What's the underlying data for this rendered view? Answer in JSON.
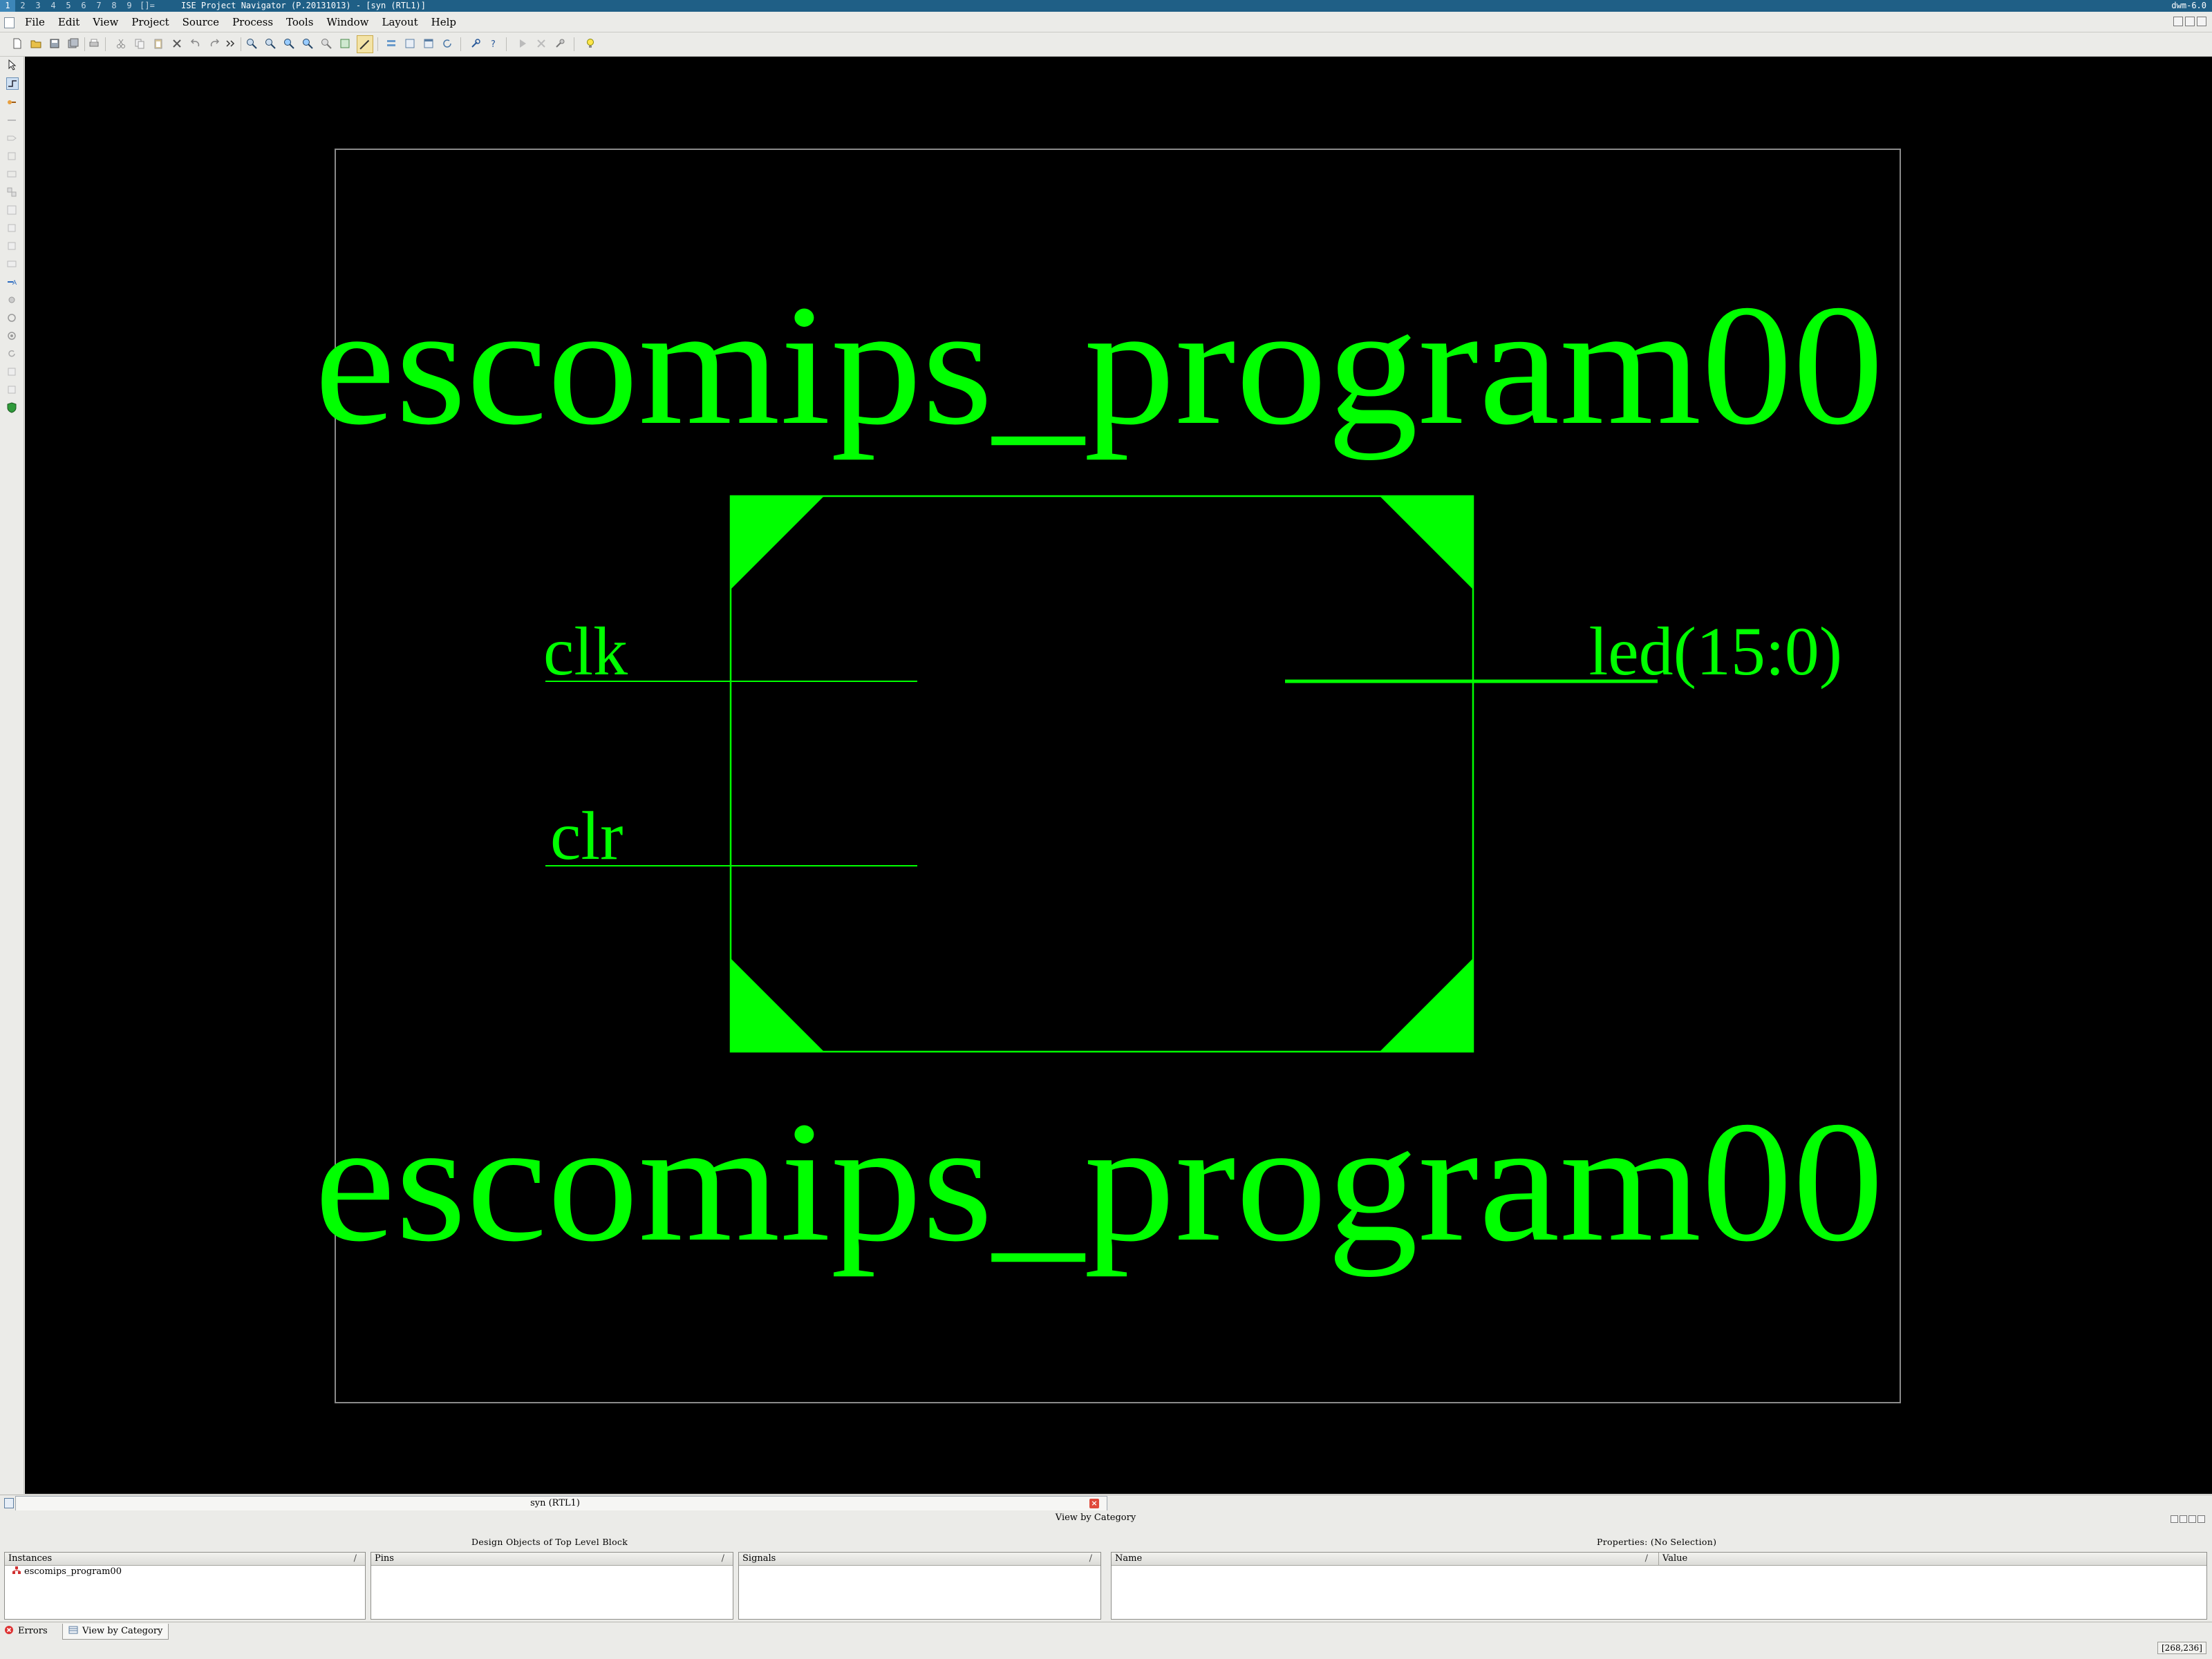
{
  "wm": {
    "workspaces": [
      "1",
      "2",
      "3",
      "4",
      "5",
      "6",
      "7",
      "8",
      "9",
      "[]="
    ],
    "window_title": "ISE Project Navigator (P.20131013) - [syn (RTL1)]",
    "right_label": "dwm-6.0"
  },
  "menu": [
    "File",
    "Edit",
    "View",
    "Project",
    "Source",
    "Process",
    "Tools",
    "Window",
    "Layout",
    "Help"
  ],
  "schematic": {
    "block_title_top": "escomips_program00",
    "block_title_bottom": "escomips_program00",
    "ports_left": [
      "clk",
      "clr"
    ],
    "ports_right": [
      "led(15:0)"
    ],
    "colors": {
      "background": "#000000",
      "symbol": "#00ff00",
      "frame": "#8a8a8a"
    }
  },
  "doc_tab": {
    "label": "syn (RTL1)"
  },
  "panel": {
    "title": "View by Category",
    "left_section_title": "Design Objects of Top Level Block",
    "right_section_title": "Properties: (No Selection)",
    "instances": {
      "header": "Instances",
      "rows": [
        "escomips_program00"
      ]
    },
    "pins": {
      "header": "Pins"
    },
    "signals": {
      "header": "Signals"
    },
    "properties": {
      "name_header": "Name",
      "value_header": "Value"
    }
  },
  "bottom_tabs": [
    "Errors",
    "View by Category"
  ],
  "coordinates": "[268,236]"
}
